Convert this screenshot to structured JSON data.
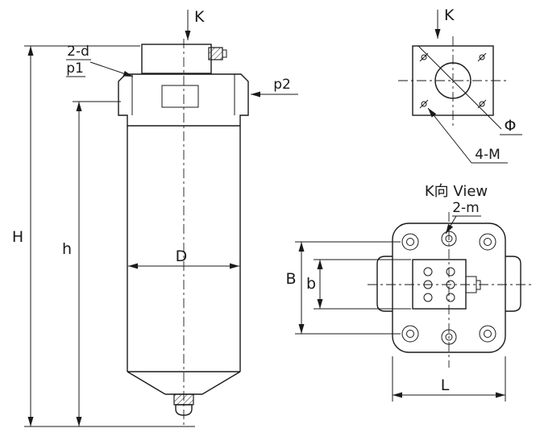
{
  "colors": {
    "ink": "#1a1a1a",
    "background": "#ffffff"
  },
  "front_view": {
    "section_label": "K",
    "hole_label": "2-d",
    "port1_label": "p1",
    "port2_label": "p2",
    "dim_H": "H",
    "dim_h": "h",
    "dim_D": "D"
  },
  "flange_view": {
    "section_label": "K",
    "diameter_label": "Φ",
    "thread_label": "4-M"
  },
  "k_view": {
    "title": "K向 View",
    "hole_label": "2-m",
    "dim_B": "B",
    "dim_b": "b",
    "dim_L": "L"
  }
}
